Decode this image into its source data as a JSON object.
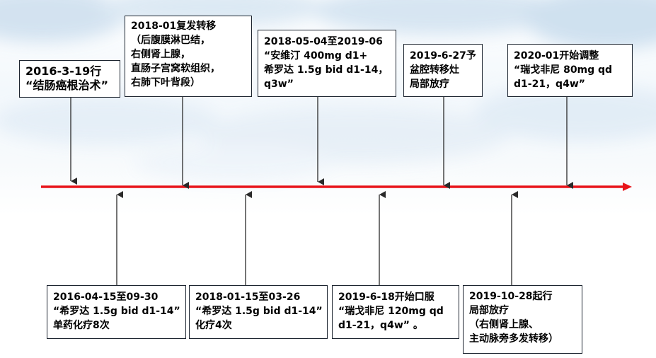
{
  "colors": {
    "timeline": "#e8141a",
    "arrow": "#2a2a2a",
    "box_border": "#1d2530"
  },
  "events_above": [
    {
      "lines": [
        "2016-3-19行",
        "“结肠癌根治术”"
      ]
    },
    {
      "lines": [
        "2018-01复发转移",
        "（后腹膜淋巴结，",
        "右侧肾上腺，",
        "直肠子宫窝软组织，",
        "右肺下叶背段）"
      ]
    },
    {
      "lines": [
        "2018-05-04至2019-06",
        "“安维汀 400mg d1+",
        "希罗达 1.5g bid d1-14，",
        "q3w”"
      ]
    },
    {
      "lines": [
        "2019-6-27予",
        "盆腔转移灶",
        "局部放疗"
      ]
    },
    {
      "lines": [
        "2020-01开始调整",
        "“瑞戈非尼 80mg qd",
        "d1-21，q4w”"
      ]
    }
  ],
  "events_below": [
    {
      "lines": [
        "2016-04-15至09-30",
        "“希罗达 1.5g bid d1-14”",
        "单药化疗8次"
      ]
    },
    {
      "lines": [
        "2018-01-15至03-26",
        "“希罗达 1.5g bid d1-14”",
        "化疗4次"
      ]
    },
    {
      "lines": [
        "2019-6-18开始口服",
        "“瑞戈非尼 120mg qd",
        "d1-21，q4w” 。"
      ]
    },
    {
      "lines": [
        "2019-10-28起行",
        "局部放疗",
        "（右侧肾上腺、",
        "主动脉旁多发转移）"
      ]
    }
  ]
}
